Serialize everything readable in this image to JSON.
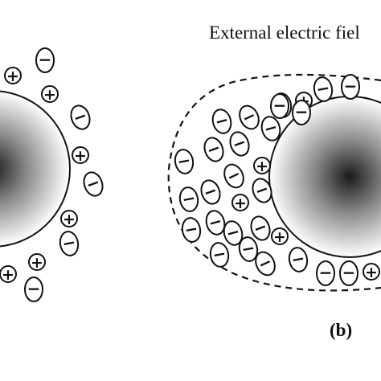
{
  "labels": {
    "field": "External electric fiel",
    "panel": "(b)"
  },
  "ion_glyphs": {
    "cation": "+",
    "anion": "−"
  },
  "colors": {
    "ink": "#111111",
    "particle_center": "#1a1a1a",
    "particle_edge": "#ffffff"
  },
  "panel_a_ions": [
    "cation",
    "anion",
    "cation",
    "anion",
    "cation",
    "anion",
    "cation",
    "anion",
    "cation",
    "cation",
    "anion"
  ],
  "panel_b_ions": [
    "anion",
    "anion",
    "cation",
    "anion",
    "anion",
    "anion",
    "anion",
    "anion",
    "anion",
    "cation",
    "anion",
    "anion",
    "anion",
    "anion",
    "cation",
    "anion",
    "anion",
    "anion",
    "anion",
    "anion",
    "anion",
    "cation",
    "anion",
    "anion",
    "anion",
    "anion",
    "anion",
    "cation",
    "anion",
    "anion"
  ]
}
